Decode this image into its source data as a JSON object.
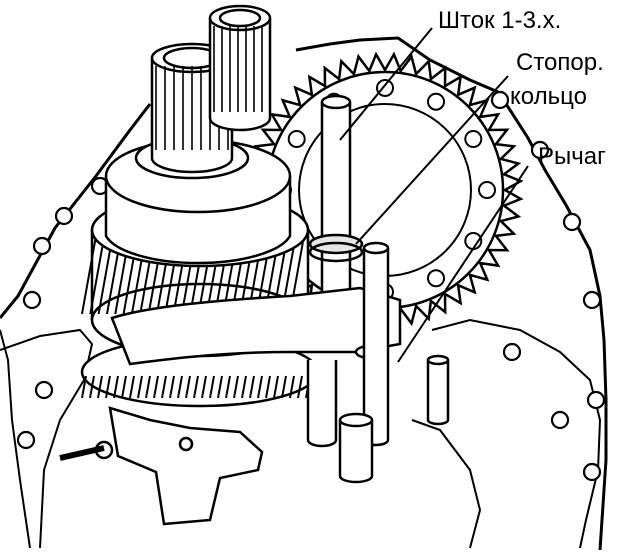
{
  "figure": {
    "callouts": [
      {
        "id": "shift-rod",
        "lines": [
          "Шток 1-3.х."
        ]
      },
      {
        "id": "retaining-ring",
        "lines": [
          "Стопор.",
          "кольцо"
        ]
      },
      {
        "id": "lever",
        "lines": [
          "Рычаг"
        ]
      }
    ]
  },
  "colors": {
    "ink": "#000000",
    "paper": "#ffffff",
    "shade": "#d9d9d9"
  }
}
